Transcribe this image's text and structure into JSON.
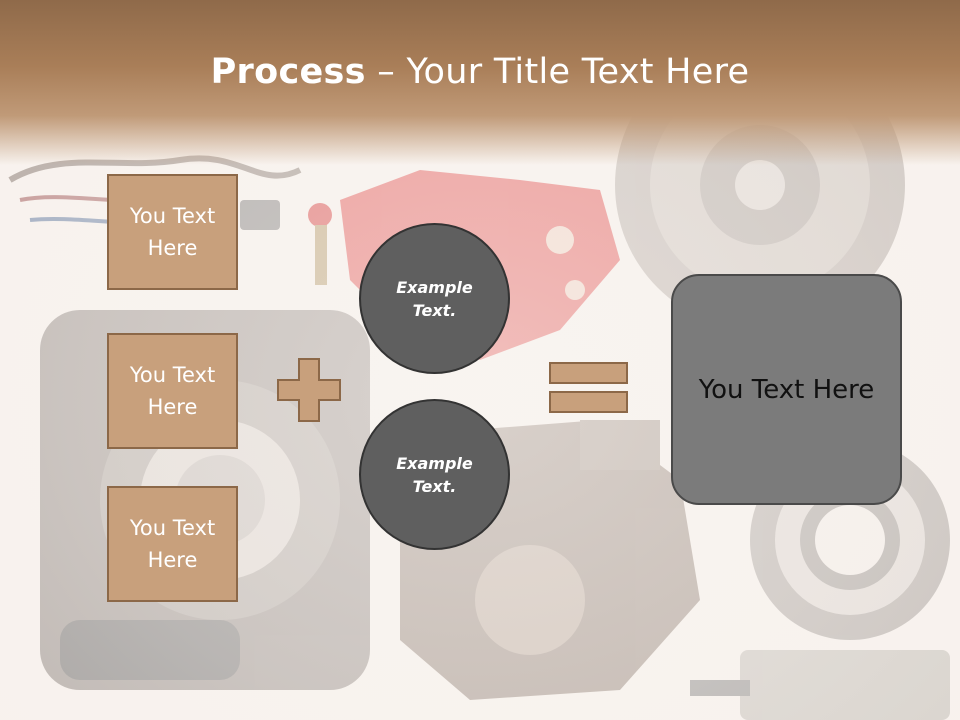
{
  "title": {
    "bold": "Process",
    "rest": " – Your Title Text Here"
  },
  "left_boxes": [
    {
      "text": "You Text Here"
    },
    {
      "text": "You Text Here"
    },
    {
      "text": "You Text Here"
    }
  ],
  "circles": [
    {
      "text": "Example Text."
    },
    {
      "text": "Example Text."
    }
  ],
  "result": {
    "text": "You Text Here"
  },
  "colors": {
    "title_band": "#a97e58",
    "tan_fill": "#c8a07c",
    "tan_border": "#8c6848",
    "circle_fill": "#5f5f5f",
    "result_fill": "#7b7b7b"
  },
  "background": {
    "image": "faded auto parts collage"
  }
}
